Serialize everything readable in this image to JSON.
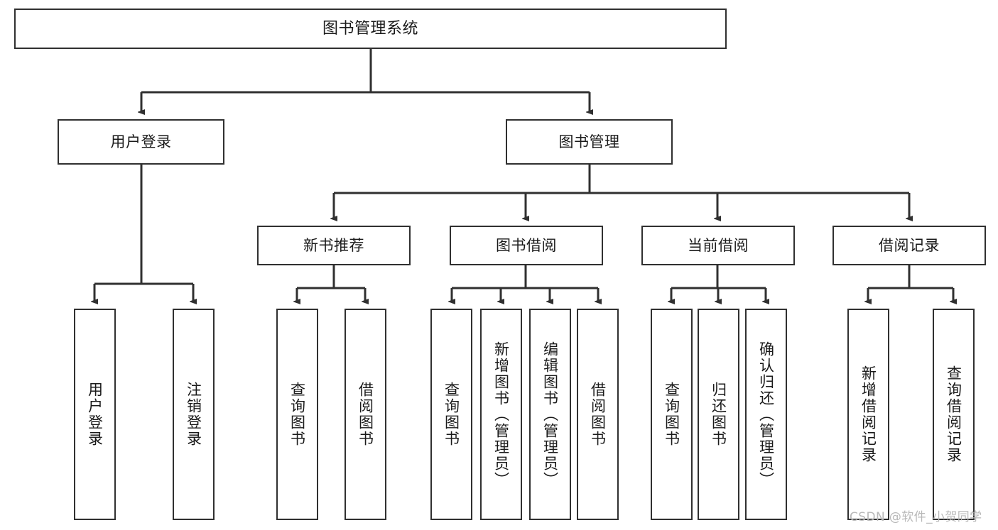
{
  "diagram": {
    "title": "图书管理系统",
    "type": "tree",
    "watermark": "CSDN @软件_小贺同学",
    "colors": {
      "box_border": "#303030",
      "box_fill": "#ffffff",
      "connector": "#303030",
      "text": "#1a1a1a",
      "watermark": "#b9b9b9"
    },
    "levels": {
      "root": {
        "label": "图书管理系统"
      },
      "level2": [
        {
          "label": "用户登录"
        },
        {
          "label": "图书管理"
        }
      ],
      "level3": [
        {
          "label": "新书推荐",
          "parent": "图书管理"
        },
        {
          "label": "图书借阅",
          "parent": "图书管理"
        },
        {
          "label": "当前借阅",
          "parent": "图书管理"
        },
        {
          "label": "借阅记录",
          "parent": "图书管理"
        }
      ],
      "leaves": {
        "user_login": [
          {
            "label": "用户登录"
          },
          {
            "label": "注销登录"
          }
        ],
        "new_book_recommend": [
          {
            "label": "查询图书"
          },
          {
            "label": "借阅图书"
          }
        ],
        "book_borrow": [
          {
            "label": "查询图书"
          },
          {
            "label": "新增图书（管理员）"
          },
          {
            "label": "编辑图书（管理员）"
          },
          {
            "label": "借阅图书"
          }
        ],
        "current_borrow": [
          {
            "label": "查询图书"
          },
          {
            "label": "归还图书"
          },
          {
            "label": "确认归还（管理员）"
          }
        ],
        "borrow_record": [
          {
            "label": "新增借阅记录"
          },
          {
            "label": "查询借阅记录"
          }
        ]
      }
    }
  }
}
